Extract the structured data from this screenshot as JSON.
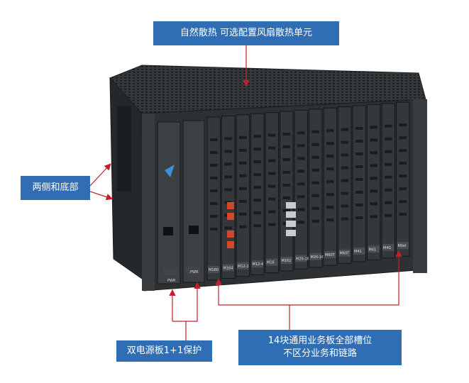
{
  "callouts": {
    "top": "自然散热 可选配置风扇散热单元",
    "left": "两侧和底部",
    "bottom_left": "双电源板1+1保护",
    "bottom_right_line1": "14块通用业务板全部槽位",
    "bottom_right_line2": "不区分业务和链路"
  },
  "device": {
    "power_labels": [
      "PWR",
      "PWR"
    ],
    "slot_labels": [
      "M160",
      "M164",
      "M12-2",
      "M12-4",
      "M16",
      "M162",
      "M20-16",
      "M20-16",
      "M60T",
      "M60T",
      "M41",
      "M41",
      "M4G",
      "RNet"
    ]
  },
  "colors": {
    "callout": "#2f6db5",
    "arrow": "#c81e2c",
    "chassis": "#2e3133"
  }
}
